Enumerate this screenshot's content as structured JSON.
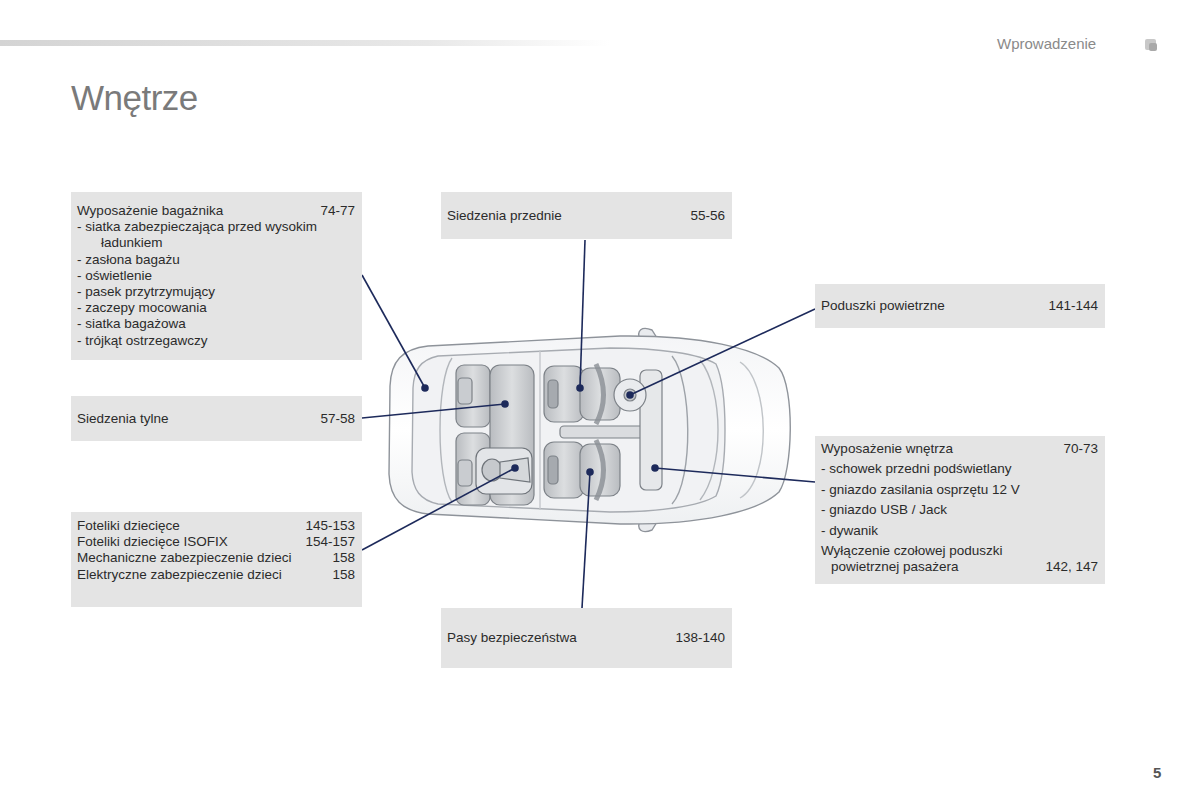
{
  "diagram": {
    "title": "Wnętrze",
    "nodes": [
      {
        "text": [
          "Wyposażenie bagażnika",
          "74-77",
          "- siatka zabezpieczająca przed wysokim ładunkiem",
          "- zasłona bagażu",
          "- oświetlenie",
          "- pasek przytrzymujący",
          "- zaczepy mocowania",
          "- siatka bagażowa",
          "- trójkąt ostrzegawczy"
        ]
      },
      {
        "text": [
          "Siedzenia przednie",
          "55-56"
        ]
      },
      {
        "text": [
          "Poduszki powietrzne",
          "141-144"
        ]
      },
      {
        "text": [
          "Siedzenia tylne",
          "57-58"
        ]
      },
      {
        "text": [
          "Foteliki dziecięce",
          "145-153",
          "Foteliki dziecięce ISOFIX",
          "154-157",
          "Mechaniczne zabezpieczenie dzieci",
          "158",
          "Elektryczne zabezpieczenie dzieci",
          "158"
        ]
      },
      {
        "text": [
          "Wyposażenie wnętrza",
          "70-73",
          "- schowek przedni podświetlany",
          "- gniazdo zasilania osprzętu 12 V",
          "- gniazdo USB / Jack",
          "- dywanik",
          "Wyłączenie czołowej poduszki powietrznej pasażera",
          "142, 147"
        ]
      },
      {
        "text": [
          "Pasy bezpieczeństwa",
          "138-140"
        ]
      }
    ],
    "labels": [
      "Wprowadzenie",
      "5"
    ]
  }
}
